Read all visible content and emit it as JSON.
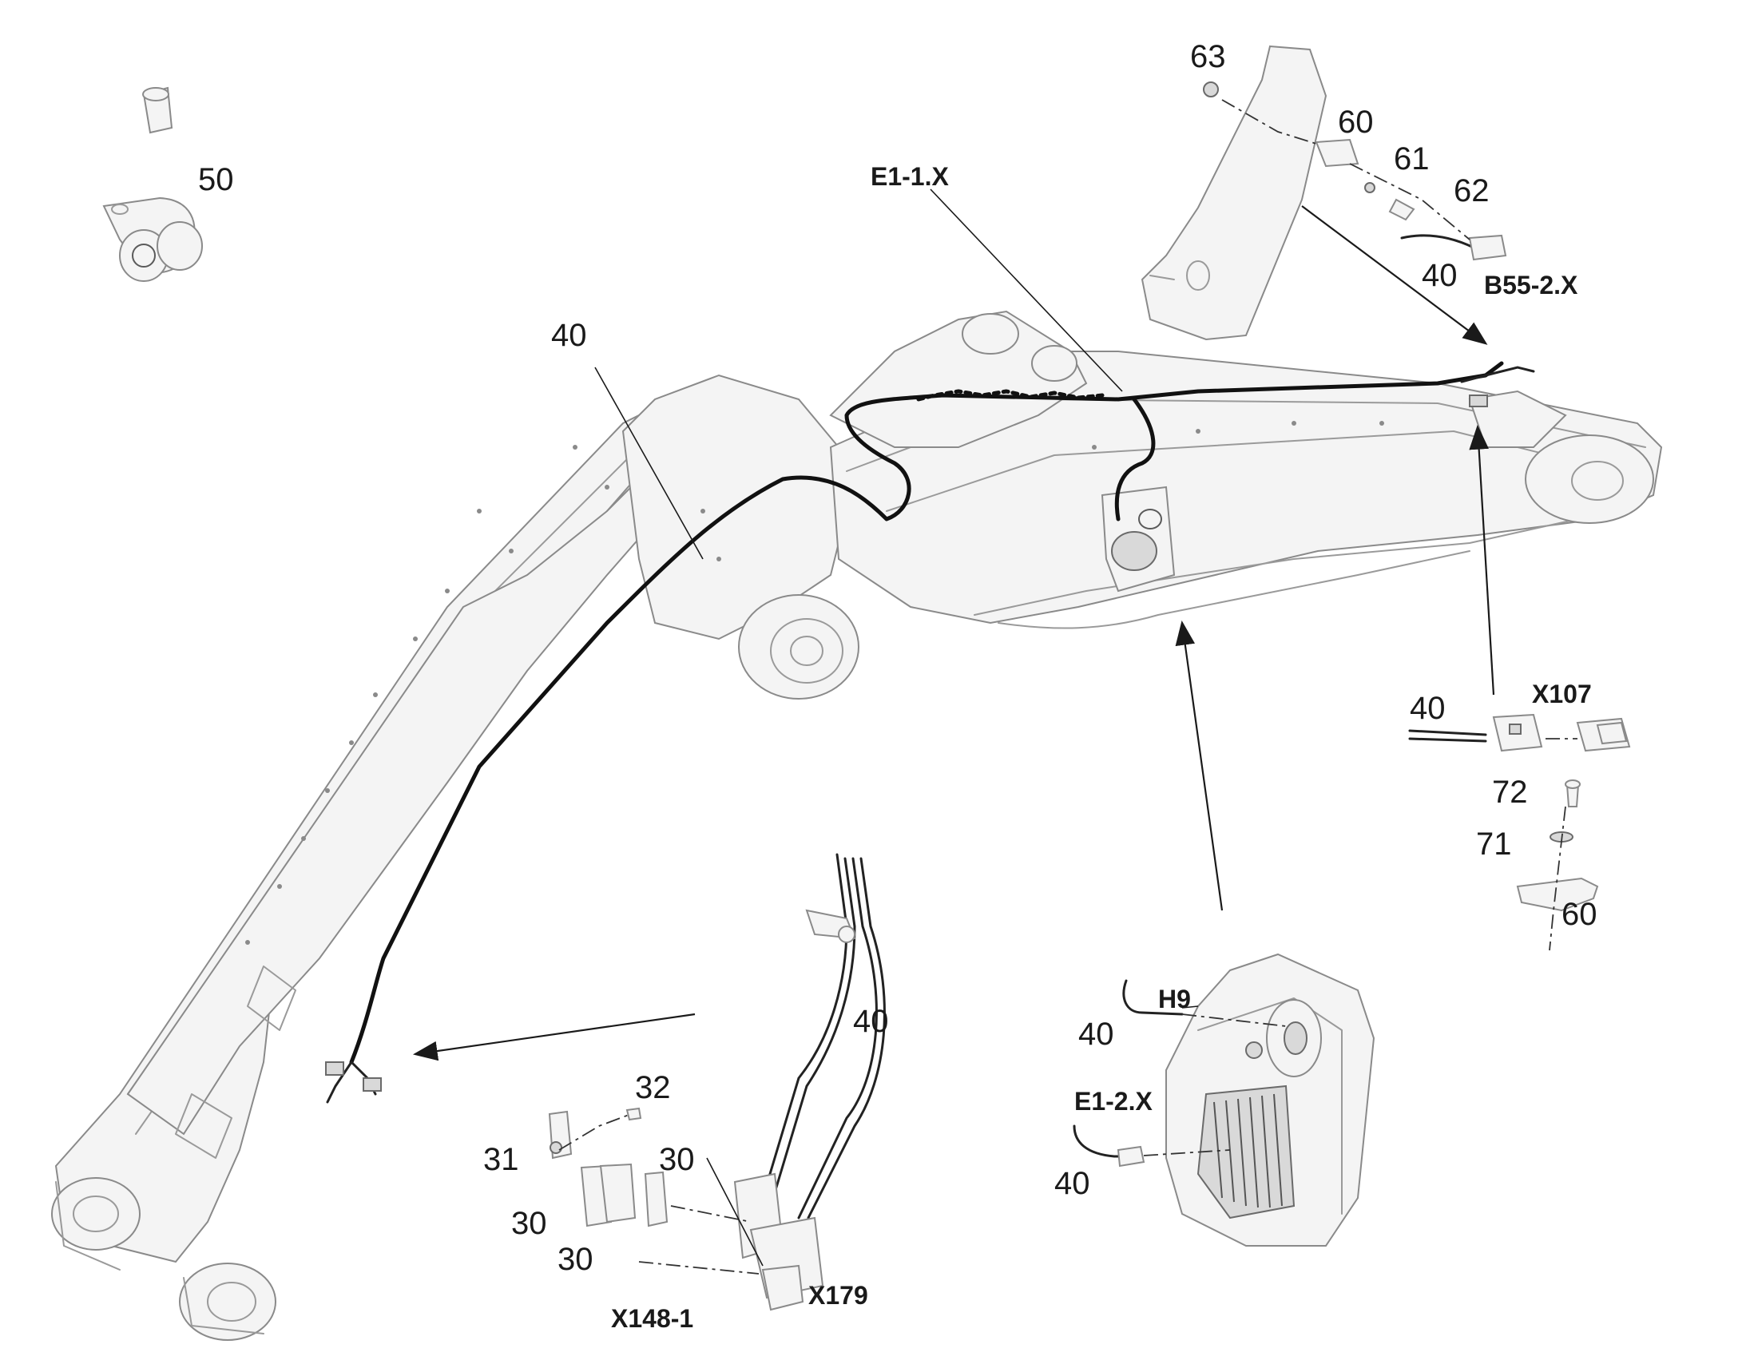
{
  "labels": {
    "boom_harness": "40",
    "clamp": "50",
    "light_bracket": "63",
    "bracket_60_top": "60",
    "washer_61": "61",
    "sensor_62": "62",
    "harness_b55": "40",
    "connector_b55": "B55-2.X",
    "connector_e1_1": "E1-1.X",
    "harness_x107": "40",
    "connector_x107": "X107",
    "screw_72": "72",
    "washer_71": "71",
    "bracket_60_right": "60",
    "harness_lower": "40",
    "screw_32": "32",
    "holder_31": "31",
    "holder_30_a": "30",
    "holder_30_b": "30",
    "holder_30_c": "30",
    "connector_x148": "X148-1",
    "connector_x179": "X179",
    "harness_h9": "40",
    "connector_h9": "H9",
    "connector_e1_2": "E1-2.X",
    "harness_e1_2": "40"
  },
  "colors": {
    "background": "#ffffff",
    "outline": "#9a9a9a",
    "cable": "#111111",
    "text": "#1a1a1a"
  }
}
